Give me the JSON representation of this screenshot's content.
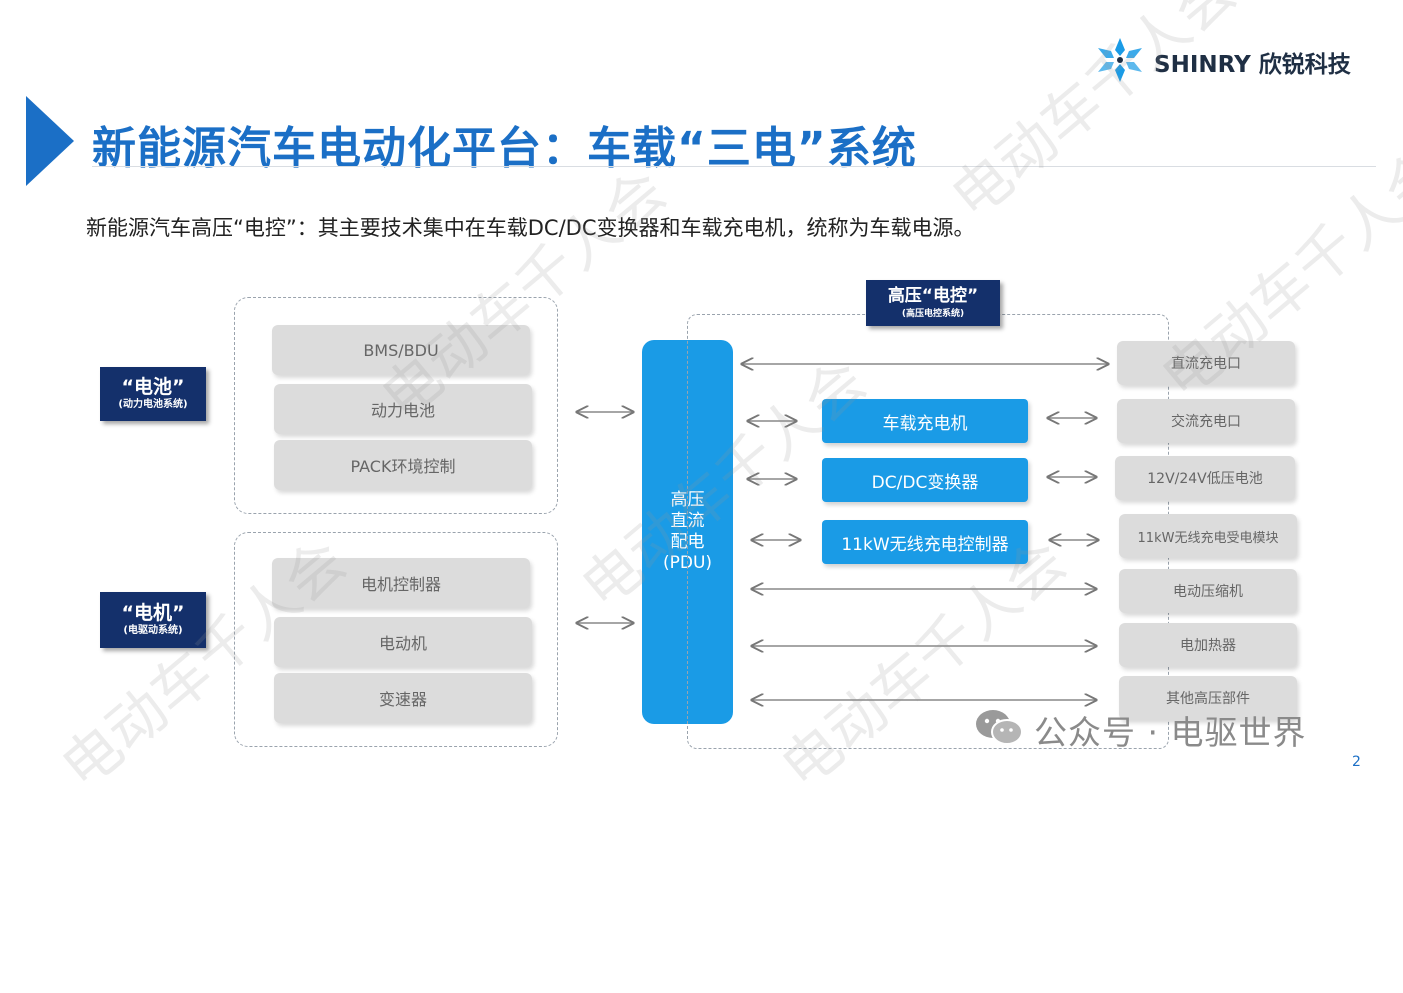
{
  "header": {
    "title": "新能源汽车电动化平台：车载“三电”系统",
    "logo_text": "SHINRY 欣锐科技",
    "logo_icon": "snowflake-icon"
  },
  "subtitle": "新能源汽车高压“电控”：其主要技术集中在车载DC/DC变换器和车载充电机，统称为车载电源。",
  "battery_group": {
    "tag_title": "“电池”",
    "tag_sub": "(动力电池系统)",
    "items": [
      "BMS/BDU",
      "动力电池",
      "PACK环境控制"
    ]
  },
  "motor_group": {
    "tag_title": "“电机”",
    "tag_sub": "(电驱动系统)",
    "items": [
      "电机控制器",
      "电动机",
      "变速器"
    ]
  },
  "control_group": {
    "tag_title": "高压“电控”",
    "tag_sub": "(高压电控系统)",
    "blue_items": [
      "车载充电机",
      "DC/DC变换器",
      "11kW无线充电控制器"
    ],
    "right_items": [
      "直流充电口",
      "交流充电口",
      "12V/24V低压电池",
      "11kW无线充电受电模块",
      "电动压缩机",
      "电加热器",
      "其他高压部件"
    ]
  },
  "pdu": {
    "lines": [
      "高压",
      "直流",
      "配电",
      "(PDU)"
    ]
  },
  "footer": {
    "wechat_text": "公众号 · 电驱世界",
    "wechat_icon": "wechat-icon",
    "page_number": "2"
  },
  "watermark": "电动车千人会",
  "colors": {
    "primary_blue": "#1b6fc6",
    "box_blue": "#1a9be6",
    "navy": "#14306b",
    "grey_box": "#dcdcdc"
  }
}
